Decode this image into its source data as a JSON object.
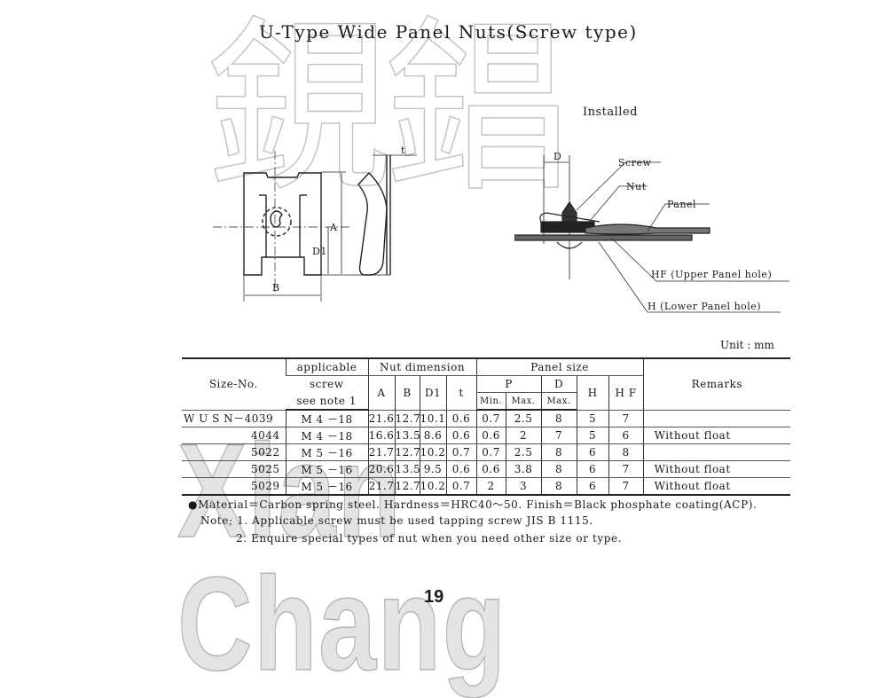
{
  "title": "U-Type Wide Panel Nuts(Screw type)",
  "watermark": {
    "chinese": "鋧錩",
    "english": "Xian Chang"
  },
  "drawing_left": {
    "labels": {
      "t": "t",
      "a": "A",
      "d1": "D1",
      "b": "B"
    }
  },
  "drawing_right": {
    "heading": "Installed",
    "labels": {
      "d": "D",
      "screw": "Screw",
      "nut": "Nut",
      "panel": "Panel",
      "hf": "HF (Upper Panel hole)",
      "h": "H (Lower Panel hole)"
    }
  },
  "unit": "Unit : mm",
  "table": {
    "headers": {
      "size_no": "Size-No.",
      "screw": [
        "applicable",
        "screw",
        "see note 1"
      ],
      "nut_dimension": "Nut dimension",
      "a": "A",
      "b": "B",
      "d1": "D1",
      "t": "t",
      "panel_size": "Panel size",
      "p": "P",
      "d": "D",
      "p_min": "Min.",
      "p_max": "Max.",
      "d_max": "Max.",
      "h": "H",
      "hf": "H F",
      "remarks": "Remarks"
    },
    "rows": [
      {
        "size": "W U S N－4039",
        "screw": "M 4 －18",
        "a": "21.6",
        "b": "12.7",
        "d1": "10.1",
        "t": "0.6",
        "p_min": "0.7",
        "p_max": "2.5",
        "d_max": "8",
        "h": "5",
        "hf": "7",
        "remarks": ""
      },
      {
        "size": "4044",
        "screw": "M 4 －18",
        "a": "16.6",
        "b": "13.5",
        "d1": "8.6",
        "t": "0.6",
        "p_min": "0.6",
        "p_max": "2",
        "d_max": "7",
        "h": "5",
        "hf": "6",
        "remarks": "Without float"
      },
      {
        "size": "5022",
        "screw": "M 5 －16",
        "a": "21.7",
        "b": "12.7",
        "d1": "10.2",
        "t": "0.7",
        "p_min": "0.7",
        "p_max": "2.5",
        "d_max": "8",
        "h": "6",
        "hf": "8",
        "remarks": ""
      },
      {
        "size": "5025",
        "screw": "M 5 －16",
        "a": "20.6",
        "b": "13.5",
        "d1": "9.5",
        "t": "0.6",
        "p_min": "0.6",
        "p_max": "3.8",
        "d_max": "8",
        "h": "6",
        "hf": "7",
        "remarks": "Without float"
      },
      {
        "size": "5029",
        "screw": "M 5 －16",
        "a": "21.7",
        "b": "12.7",
        "d1": "10.2",
        "t": "0.7",
        "p_min": "2",
        "p_max": "3",
        "d_max": "8",
        "h": "6",
        "hf": "7",
        "remarks": "Without float"
      }
    ]
  },
  "notes": {
    "material": "●Material＝Carbon spring steel. Hardness＝HRC40～50. Finish＝Black phosphate coating(ACP).",
    "note1": "Note; 1. Applicable screw must be used tapping screw JIS B 1115.",
    "note2": "2. Enquire special types of nut when you need other size or type."
  },
  "page_number": "19"
}
